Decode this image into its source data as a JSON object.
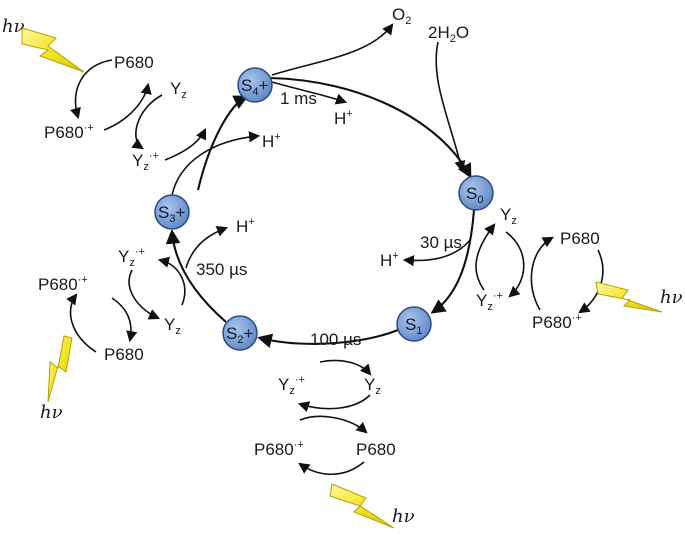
{
  "states": {
    "s0": {
      "base": "S",
      "sub": "0",
      "sup": ""
    },
    "s1": {
      "base": "S",
      "sub": "1",
      "sup": ""
    },
    "s2": {
      "base": "S",
      "sub": "2",
      "sup": "+"
    },
    "s3": {
      "base": "S",
      "sub": "3",
      "sup": "+"
    },
    "s4": {
      "base": "S",
      "sub": "4",
      "sup": "+"
    }
  },
  "times": {
    "s0_s1": "30 µs",
    "s1_s2": "100 µs",
    "s2_s3": "350 µs",
    "s4_s0": "1 ms"
  },
  "species": {
    "p680": "P680",
    "p680_ox": "P680",
    "p680_ox_sup": "·+",
    "yz_base": "Y",
    "yz_sub": "z",
    "yz_ox_sup": "·+",
    "proton": "H",
    "proton_sup": "+",
    "oxygen_base": "O",
    "oxygen_sub": "2",
    "water_pre": "2H",
    "water_sub": "2",
    "water_post": "O",
    "light": "hν"
  },
  "colors": {
    "node_fill": "#6f95cf",
    "node_stroke": "#2b4a86",
    "bolt_fill": "#f2e21a",
    "bolt_stroke": "#b3a300"
  }
}
